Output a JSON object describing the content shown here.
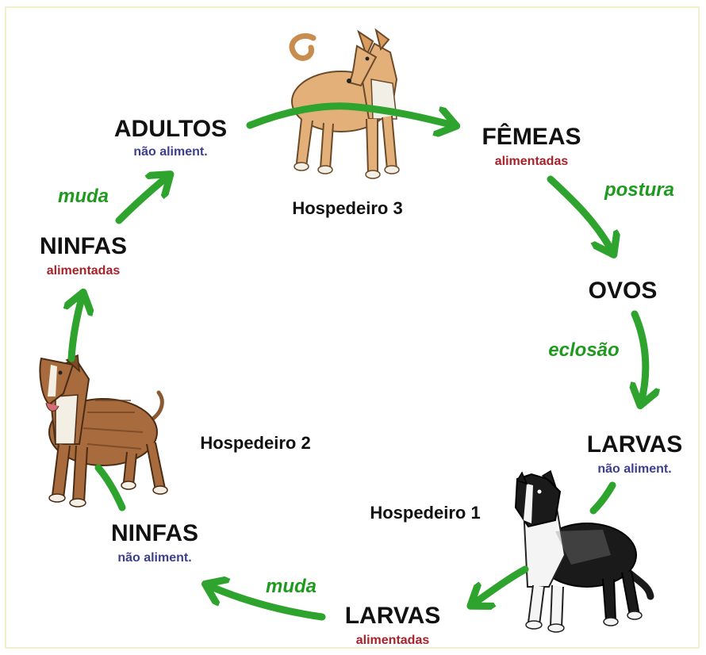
{
  "stages": {
    "adultos": {
      "name": "ADULTOS",
      "status": "não aliment."
    },
    "femeas": {
      "name": "FÊMEAS",
      "status": "alimentadas"
    },
    "ovos": {
      "name": "OVOS"
    },
    "larvas_unfed": {
      "name": "LARVAS",
      "status": "não aliment."
    },
    "larvas_fed": {
      "name": "LARVAS",
      "status": "alimentadas"
    },
    "ninfas_unfed": {
      "name": "NINFAS",
      "status": "não aliment."
    },
    "ninfas_fed": {
      "name": "NINFAS",
      "status": "alimentadas"
    }
  },
  "hosts": {
    "h1": "Hospedeiro 1",
    "h2": "Hospedeiro 2",
    "h3": "Hospedeiro 3"
  },
  "actions": {
    "postura": "postura",
    "eclosao": "eclosão",
    "muda_bottom": "muda",
    "muda_left": "muda"
  },
  "colors": {
    "arrow": "#2ea32e",
    "action_text": "#1f9a1f",
    "fed_text": "#a8222a",
    "unfed_text": "#3c3f8c"
  },
  "icons": {
    "host1": "black-white-collie-dog-icon",
    "host2": "brown-brindle-dog-icon",
    "host3": "tan-shepherd-dog-icon"
  }
}
